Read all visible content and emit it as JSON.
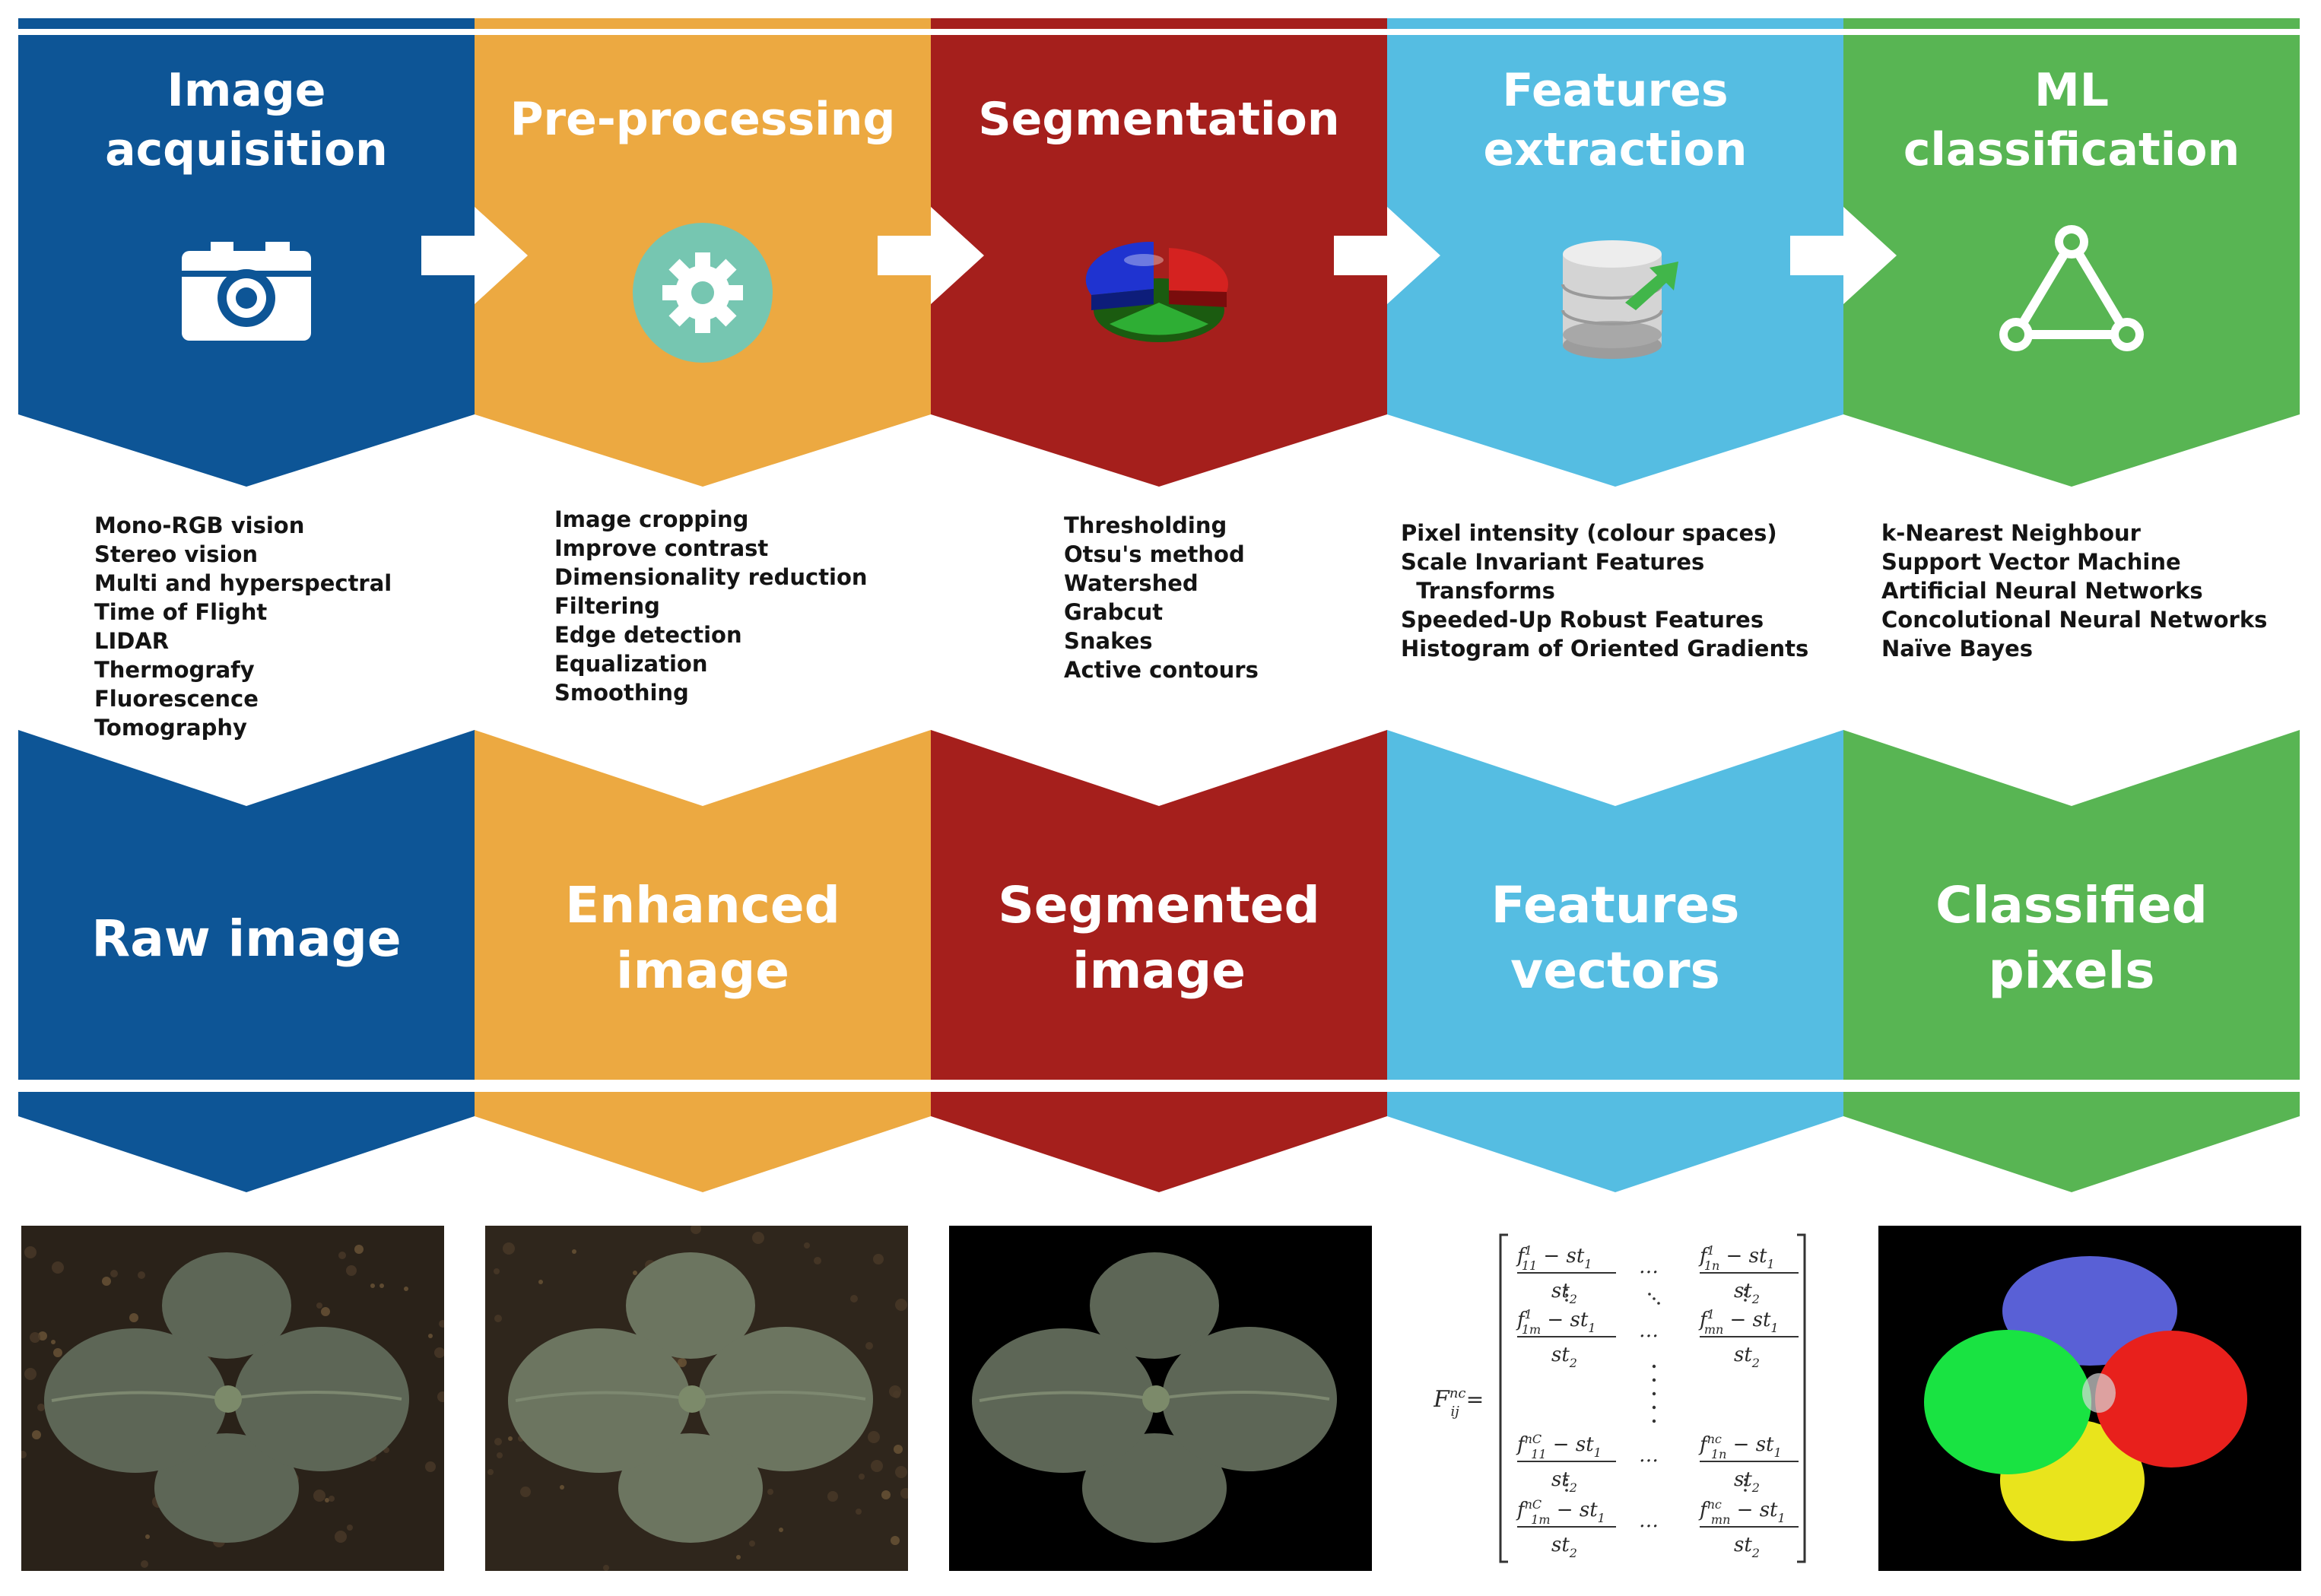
{
  "colors": {
    "acquisition": "#0d5596",
    "preprocessing": "#eca941",
    "segmentation": "#a51f1c",
    "features": "#55bde2",
    "classification": "#58b553",
    "gear_disc": "#76c6b1"
  },
  "stages": [
    {
      "title_lines": [
        "Image",
        "acquisition"
      ],
      "icon": "camera-icon",
      "methods": [
        "Mono-RGB vision",
        "Stereo vision",
        "Multi and hyperspectral",
        "Time of Flight",
        "LIDAR",
        "Thermografy",
        "Fluorescence",
        "Tomography"
      ],
      "output_lines": [
        "Raw image"
      ],
      "thumbnail": "raw-plant-photo"
    },
    {
      "title_lines": [
        "Pre-processing"
      ],
      "icon": "gear-icon",
      "methods": [
        "Image cropping",
        "Improve contrast",
        "Dimensionality reduction",
        "Filtering",
        "Edge detection",
        "Equalization",
        "Smoothing"
      ],
      "output_lines": [
        "Enhanced",
        "image"
      ],
      "thumbnail": "enhanced-plant-photo"
    },
    {
      "title_lines": [
        "Segmentation"
      ],
      "icon": "pie-chart-icon",
      "methods": [
        "Thresholding",
        "Otsu's method",
        "Watershed",
        "Grabcut",
        "Snakes",
        "Active contours"
      ],
      "output_lines": [
        "Segmented",
        "image"
      ],
      "thumbnail": "segmented-plant-photo"
    },
    {
      "title_lines": [
        "Features",
        "extraction"
      ],
      "icon": "database-icon",
      "methods": [
        "Pixel intensity (colour spaces)",
        "Scale Invariant Features",
        "  Transforms",
        "Speeded-Up Robust Features",
        "Histogram of Oriented Gradients"
      ],
      "output_lines": [
        "Features",
        "vectors"
      ],
      "thumbnail": "feature-matrix"
    },
    {
      "title_lines": [
        "ML",
        "classification"
      ],
      "icon": "triangle-network-icon",
      "methods": [
        "k-Nearest Neighbour",
        "Support Vector Machine",
        "Artificial Neural Networks",
        "Concolutional Neural Networks",
        "Naïve Bayes"
      ],
      "output_lines": [
        "Classified",
        "pixels"
      ],
      "thumbnail": "classified-pixels-map"
    }
  ],
  "classified_colors": [
    "#5960d6",
    "#e8201c",
    "#e9e41c",
    "#19e342"
  ],
  "matrix": {
    "lhs": "F",
    "lhs_sup": "nc",
    "lhs_sub": "ij",
    "equals": "=",
    "rows": [
      {
        "l": "f",
        "lsup": "1",
        "lsub": "11",
        "r": "f",
        "rsup": "1",
        "rsub": "1n"
      },
      {
        "l": "f",
        "lsup": "1",
        "lsub": "1m",
        "r": "f",
        "rsup": "1",
        "rsub": "mn"
      },
      {
        "l": "f",
        "lsup": "nC",
        "lsub": "11",
        "r": "f",
        "rsup": "nc",
        "rsub": "1n"
      },
      {
        "l": "f",
        "lsup": "nC",
        "lsub": "1m",
        "r": "f",
        "rsup": "nc",
        "rsub": "mn"
      }
    ],
    "minus_term": " − st",
    "minus_sub": "1",
    "denominator": "st",
    "denominator_sub": "2",
    "hdots": "…"
  }
}
